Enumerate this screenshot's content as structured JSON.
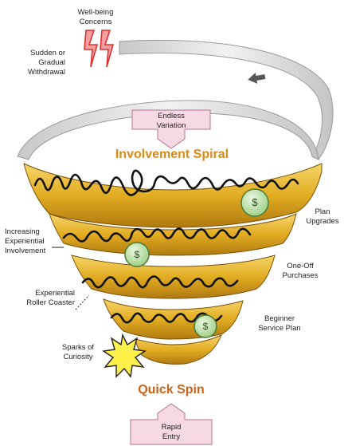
{
  "diagram": {
    "title_top": "Involvement Spiral",
    "title_bottom": "Quick Spin",
    "labels": {
      "wellbeing_1": "Well-being",
      "wellbeing_2": "Concerns",
      "withdrawal_1": "Sudden or",
      "withdrawal_2": "Gradual",
      "withdrawal_3": "Withdrawal",
      "endless_1": "Endless",
      "endless_2": "Variation",
      "plan_upgrades_1": "Plan",
      "plan_upgrades_2": "Upgrades",
      "increasing_1": "Increasing",
      "increasing_2": "Experiential",
      "increasing_3": "Involvement",
      "oneoff_1": "One-Off",
      "oneoff_2": "Purchases",
      "roller_1": "Experiential",
      "roller_2": "Roller Coaster",
      "beginner_1": "Beginner",
      "beginner_2": "Service Plan",
      "sparks_1": "Sparks of",
      "sparks_2": "Curiosity",
      "rapid_1": "Rapid",
      "rapid_2": "Entry"
    },
    "coin_symbol": "$",
    "colors": {
      "gold": "#e8b82a",
      "gold_dark": "#b07a10",
      "orange_title": "#d98a14",
      "orange_bottom": "#c8641a",
      "grey_band": "#d8d8d8",
      "pink_box": "#f6d9e4",
      "coin_green": "#b9e0a5",
      "red_bolt": "#e03030",
      "starburst": "#fff04a"
    }
  }
}
